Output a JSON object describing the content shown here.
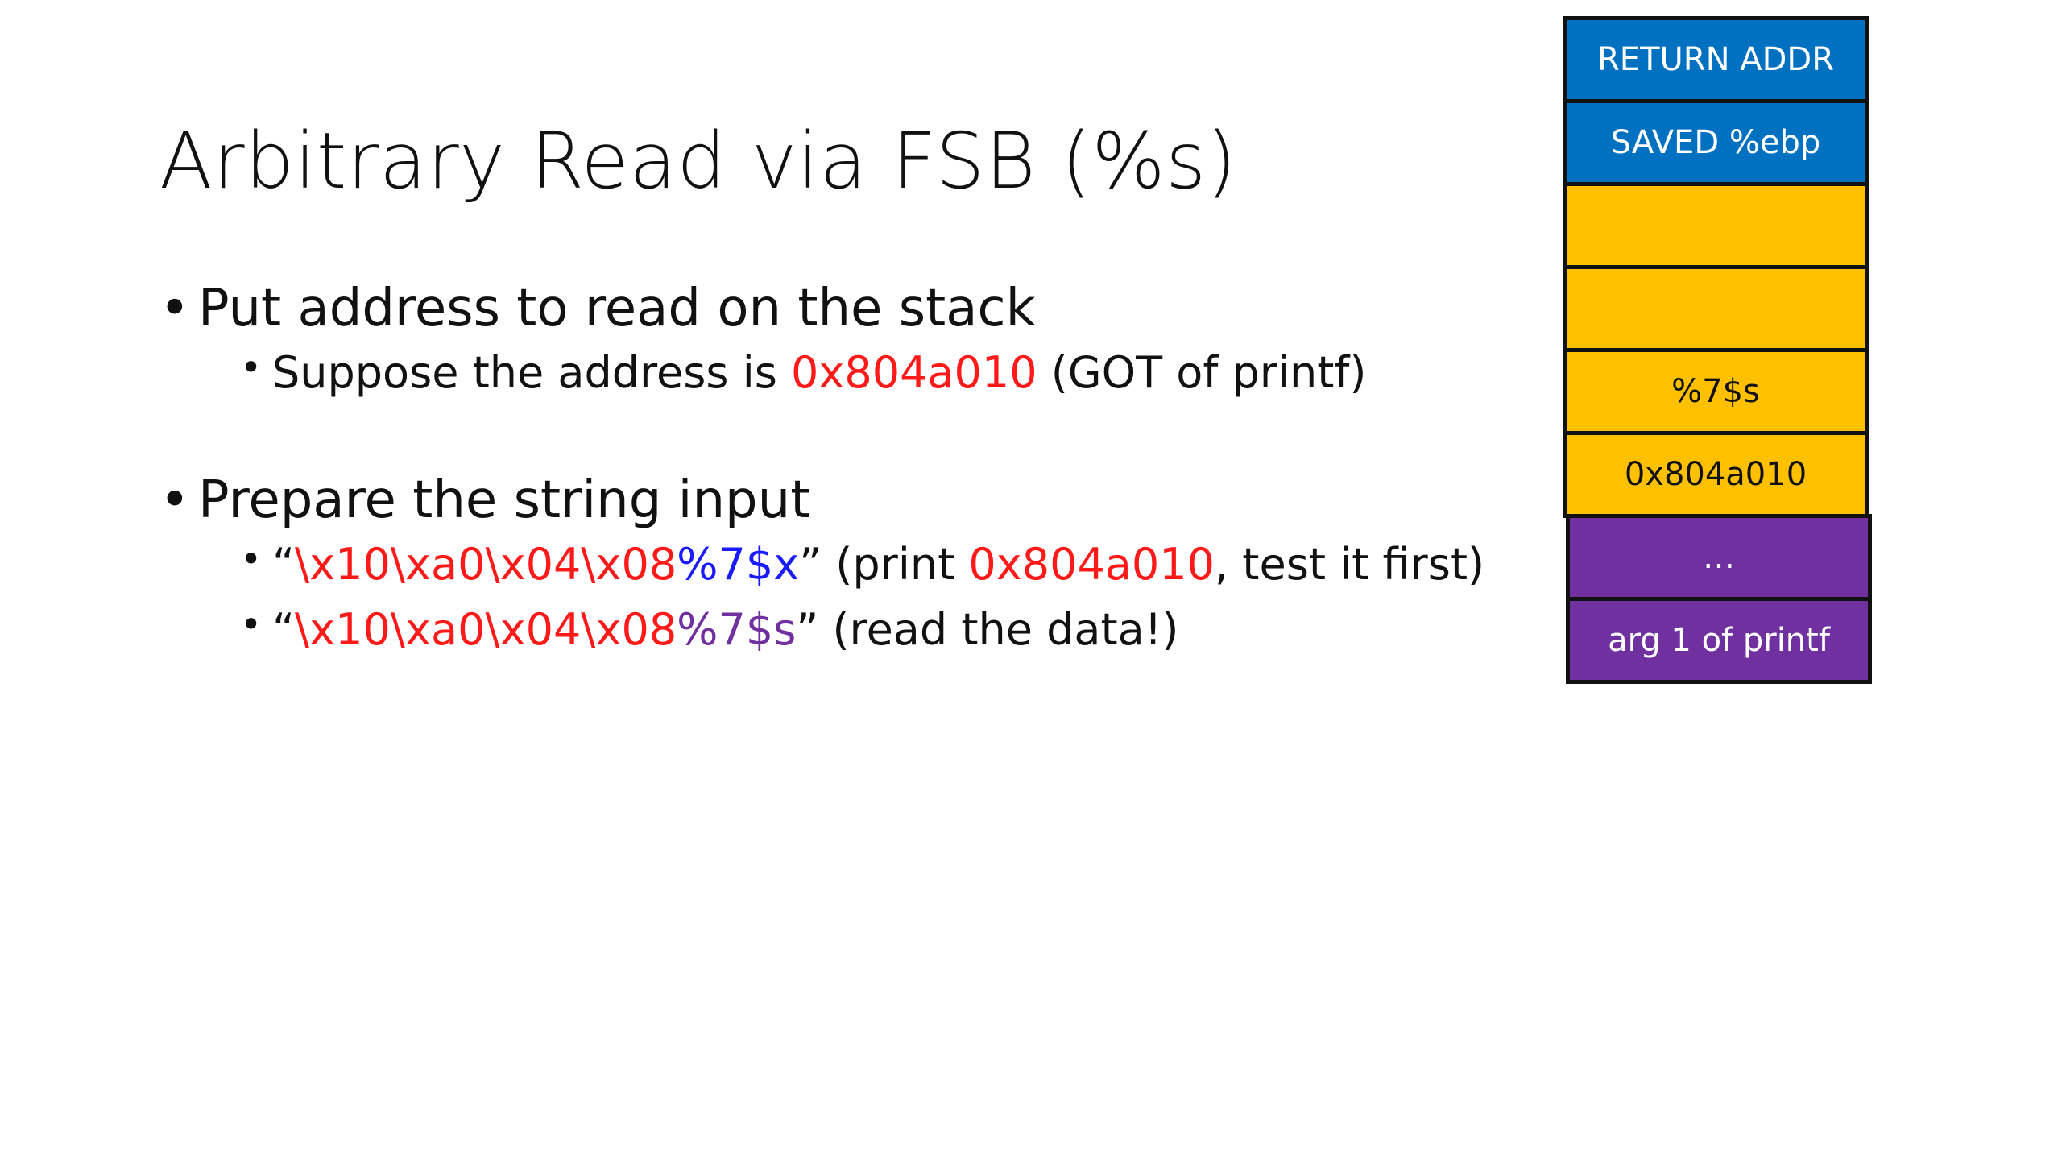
{
  "slide": {
    "title": "Arbitrary Read via FSB (%s)",
    "bullets": {
      "b1": {
        "text": "Put address to read on the stack",
        "sub1": {
          "prefix": "Suppose the address is ",
          "address": "0x804a010",
          "suffix": " (GOT of printf)"
        }
      },
      "b2": {
        "text": "Prepare the string input",
        "sub1": {
          "open_quote": "“",
          "bytes": "\\x10\\xa0\\x04\\x08",
          "fmt": "%7$x",
          "close_quote": "”",
          "mid": " (print ",
          "address": "0x804a010",
          "suffix": ", test it first)"
        },
        "sub2": {
          "open_quote": "“",
          "bytes": "\\x10\\xa0\\x04\\x08",
          "fmt": "%7$s",
          "close_quote": "”",
          "suffix": " (read the data!)"
        }
      }
    }
  },
  "stack": {
    "cells": [
      {
        "label": "RETURN ADDR",
        "color": "#0070c0"
      },
      {
        "label": "SAVED %ebp",
        "color": "#0070c0"
      },
      {
        "label": "",
        "color": "#ffc000"
      },
      {
        "label": "",
        "color": "#ffc000"
      },
      {
        "label": "%7$s",
        "color": "#ffc000"
      },
      {
        "label": "0x804a010",
        "color": "#ffc000"
      },
      {
        "label": "…",
        "color": "#7030a0"
      },
      {
        "label": "arg 1 of printf",
        "color": "#7030a0"
      }
    ]
  },
  "colors": {
    "red": "#ff1a1a",
    "blue": "#1a1aff",
    "purple": "#7030a0"
  }
}
